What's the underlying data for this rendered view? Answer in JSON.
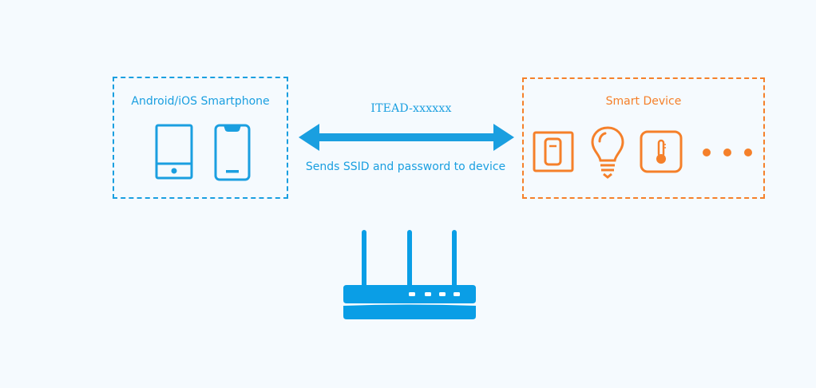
{
  "diagram": {
    "smartphone_box": {
      "title": "Android/iOS Smartphone",
      "icons": [
        "android-phone-icon",
        "iphone-icon"
      ],
      "color": "#1a9fe0"
    },
    "connection": {
      "network_name": "ITEAD-xxxxxx",
      "description": "Sends SSID and password to device",
      "arrow": "bidirectional-arrow-icon",
      "color": "#1a9fe0"
    },
    "smart_device_box": {
      "title": "Smart Device",
      "icons": [
        "wall-switch-icon",
        "light-bulb-icon",
        "thermometer-icon",
        "ellipsis-icon"
      ],
      "color": "#f5802a"
    },
    "router": {
      "icon": "wifi-router-icon",
      "color": "#0a9ee6"
    },
    "background": "#f5fafe"
  }
}
